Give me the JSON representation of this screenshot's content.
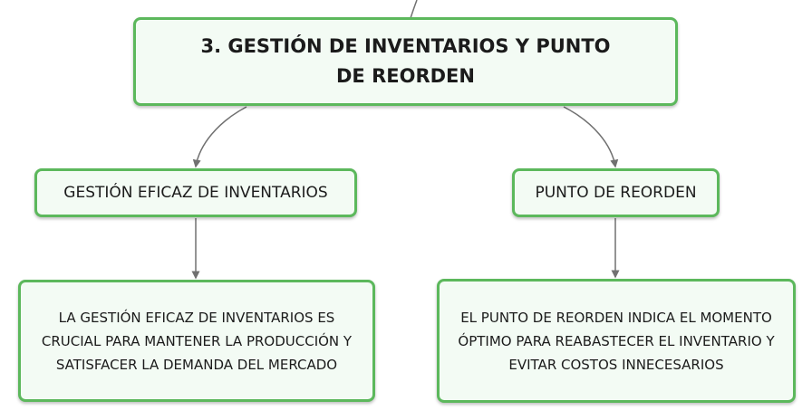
{
  "diagram": {
    "root": {
      "label": "3. GESTIÓN DE INVENTARIOS Y PUNTO DE REORDEN"
    },
    "branches": [
      {
        "label": "GESTIÓN EFICAZ DE INVENTARIOS",
        "detail": "LA GESTIÓN EFICAZ DE INVENTARIOS ES CRUCIAL PARA MANTENER LA PRODUCCIÓN Y SATISFACER LA DEMANDA DEL MERCADO"
      },
      {
        "label": "PUNTO DE REORDEN",
        "detail": "EL PUNTO DE REORDEN INDICA EL MOMENTO ÓPTIMO PARA REABASTECER EL INVENTARIO Y EVITAR COSTOS INNECESARIOS"
      }
    ],
    "colors": {
      "node_border": "#5cb85c",
      "node_fill": "#f3fbf4",
      "connector": "#707070",
      "text": "#1b1b1b"
    }
  }
}
